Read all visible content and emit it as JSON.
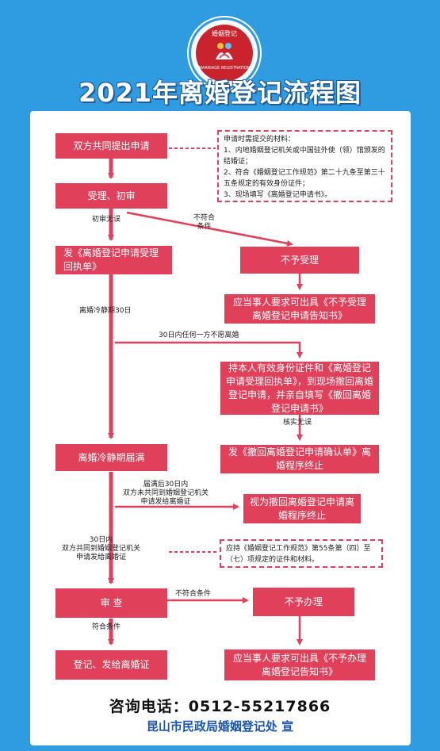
{
  "colors": {
    "background": "#2f9be0",
    "box": "#e0405a",
    "panel": "#ffffff",
    "footer_org": "#1a55b0"
  },
  "logo": {
    "top_text": "婚姻登记",
    "bottom_text": "MARRIAGE REGISTRATION"
  },
  "title": "2021年离婚登记流程图",
  "steps": {
    "apply": "双方共同提出申请",
    "accept": "受理、初审",
    "issue_receipt": "发《离婚登记申请受理回执单》",
    "reject_accept": "不予受理",
    "reject_notice": "应当事人要求可出具《不予受理离婚登记申请告知书》",
    "withdraw": "持本人有效身份证件和《离婚登记申请受理回执单》，到现场撤回离婚登记申请，并亲自填写《撤回离婚登记申请书》",
    "withdraw_confirm": "发《撤回离婚登记申请确认单》离婚程序终止",
    "cooling_end": "离婚冷静期届满",
    "deemed_withdraw": "视为撤回离婚登记申请离婚程序终止",
    "review": "审 查",
    "reject_register": "不予办理",
    "register": "登记、发给离婚证",
    "reject_register_notice": "应当事人要求可出具《不予办理离婚登记告知书》"
  },
  "notes": {
    "materials": [
      "申请时需提交的材料：",
      "1、内地婚姻登记机关或中国驻外使（领）馆颁发的结婚证；",
      "2、符合《婚姻登记工作规范》第二十九条至第三十五条规定的有效身份证件；",
      "3、现场填写《离婚登记申请书》。"
    ],
    "review_docs": "应持《婚姻登记工作规范》第55条第（四）至（七）项规定的证件和材料。"
  },
  "labels": {
    "no_error": "初审无误",
    "not_qualified": [
      "不符合",
      "条件"
    ],
    "cooling_30": "离婚冷静期30日",
    "within_30": "30日内任何一方不愿离婚",
    "verified": "核实无误",
    "after_30": [
      "届满后30日内",
      "双方未共同到婚姻登记机关",
      "申请发给离婚证"
    ],
    "within_30_apply": [
      "30日内",
      "双方共同到婚姻登记机关",
      "申请发给离婚证"
    ],
    "not_meet": "不符合条件",
    "meet": "符合条件"
  },
  "footer": {
    "phone": "咨询电话：0512-55217866",
    "org": "昆山市民政局婚姻登记处 宣"
  }
}
